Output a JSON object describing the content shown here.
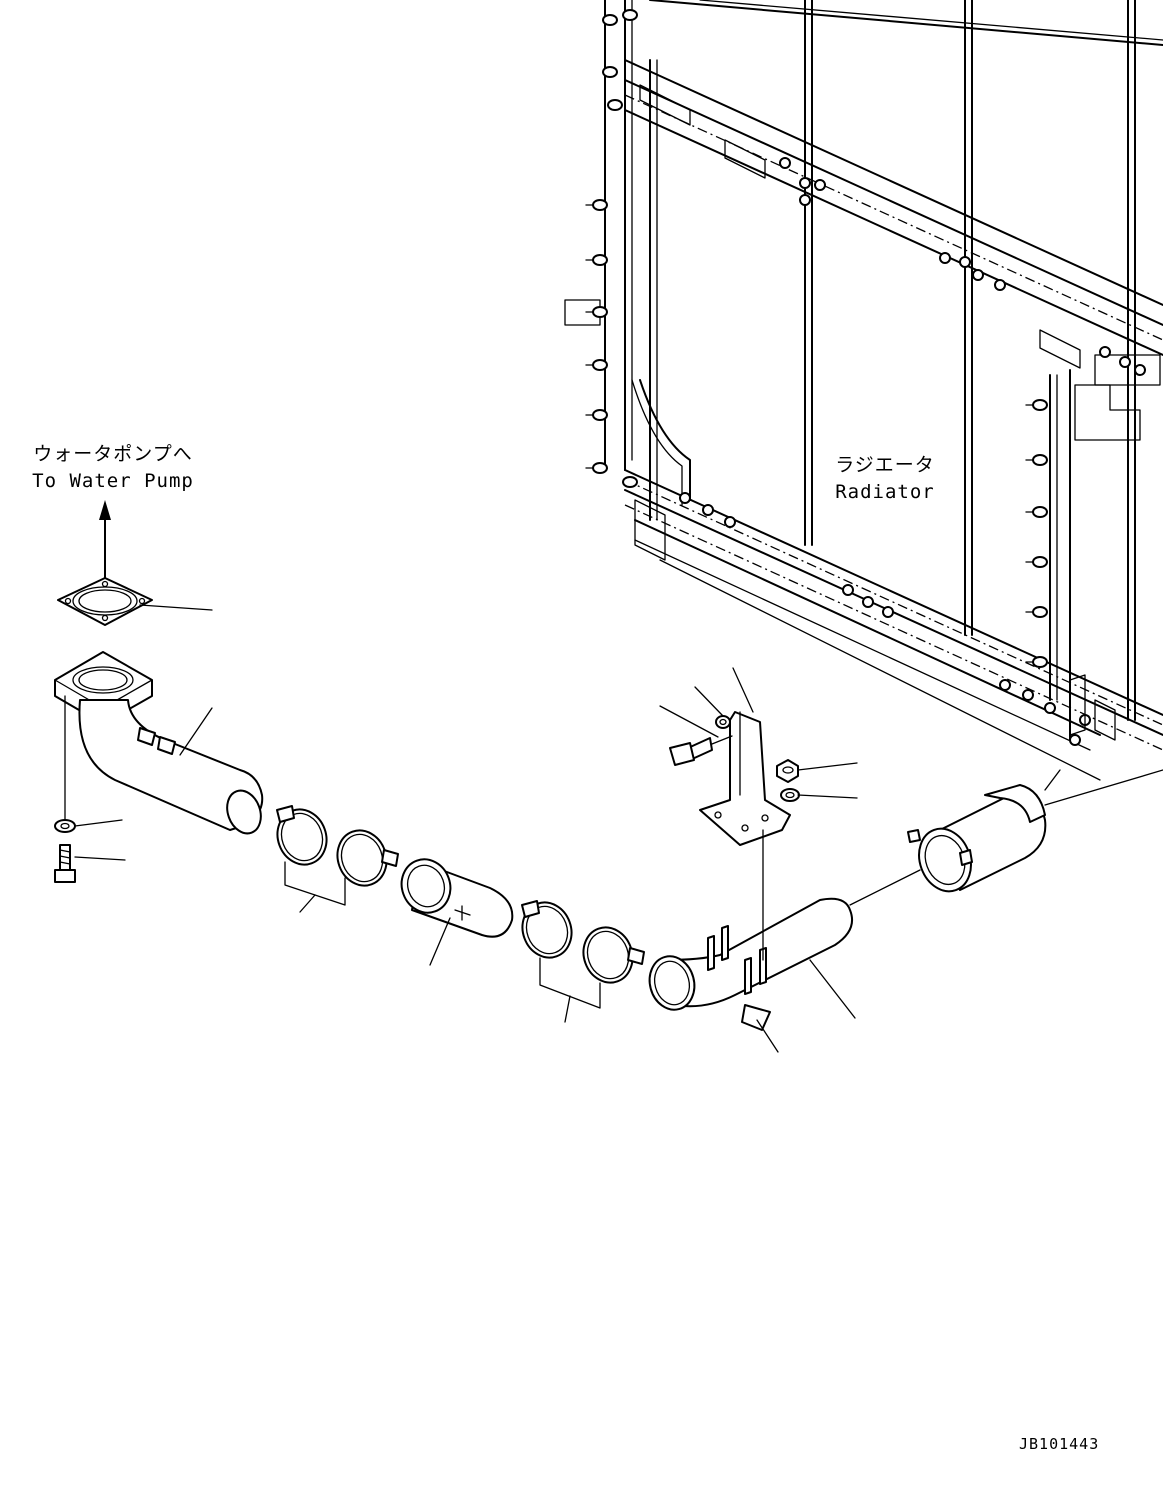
{
  "labels": {
    "to_water_pump_jp": "ウォータポンプへ",
    "to_water_pump_en": "To Water Pump",
    "radiator_jp": "ラジエータ",
    "radiator_en": "Radiator",
    "drawing_code": "JB101443"
  },
  "colors": {
    "line": "#000000",
    "background": "#ffffff"
  }
}
